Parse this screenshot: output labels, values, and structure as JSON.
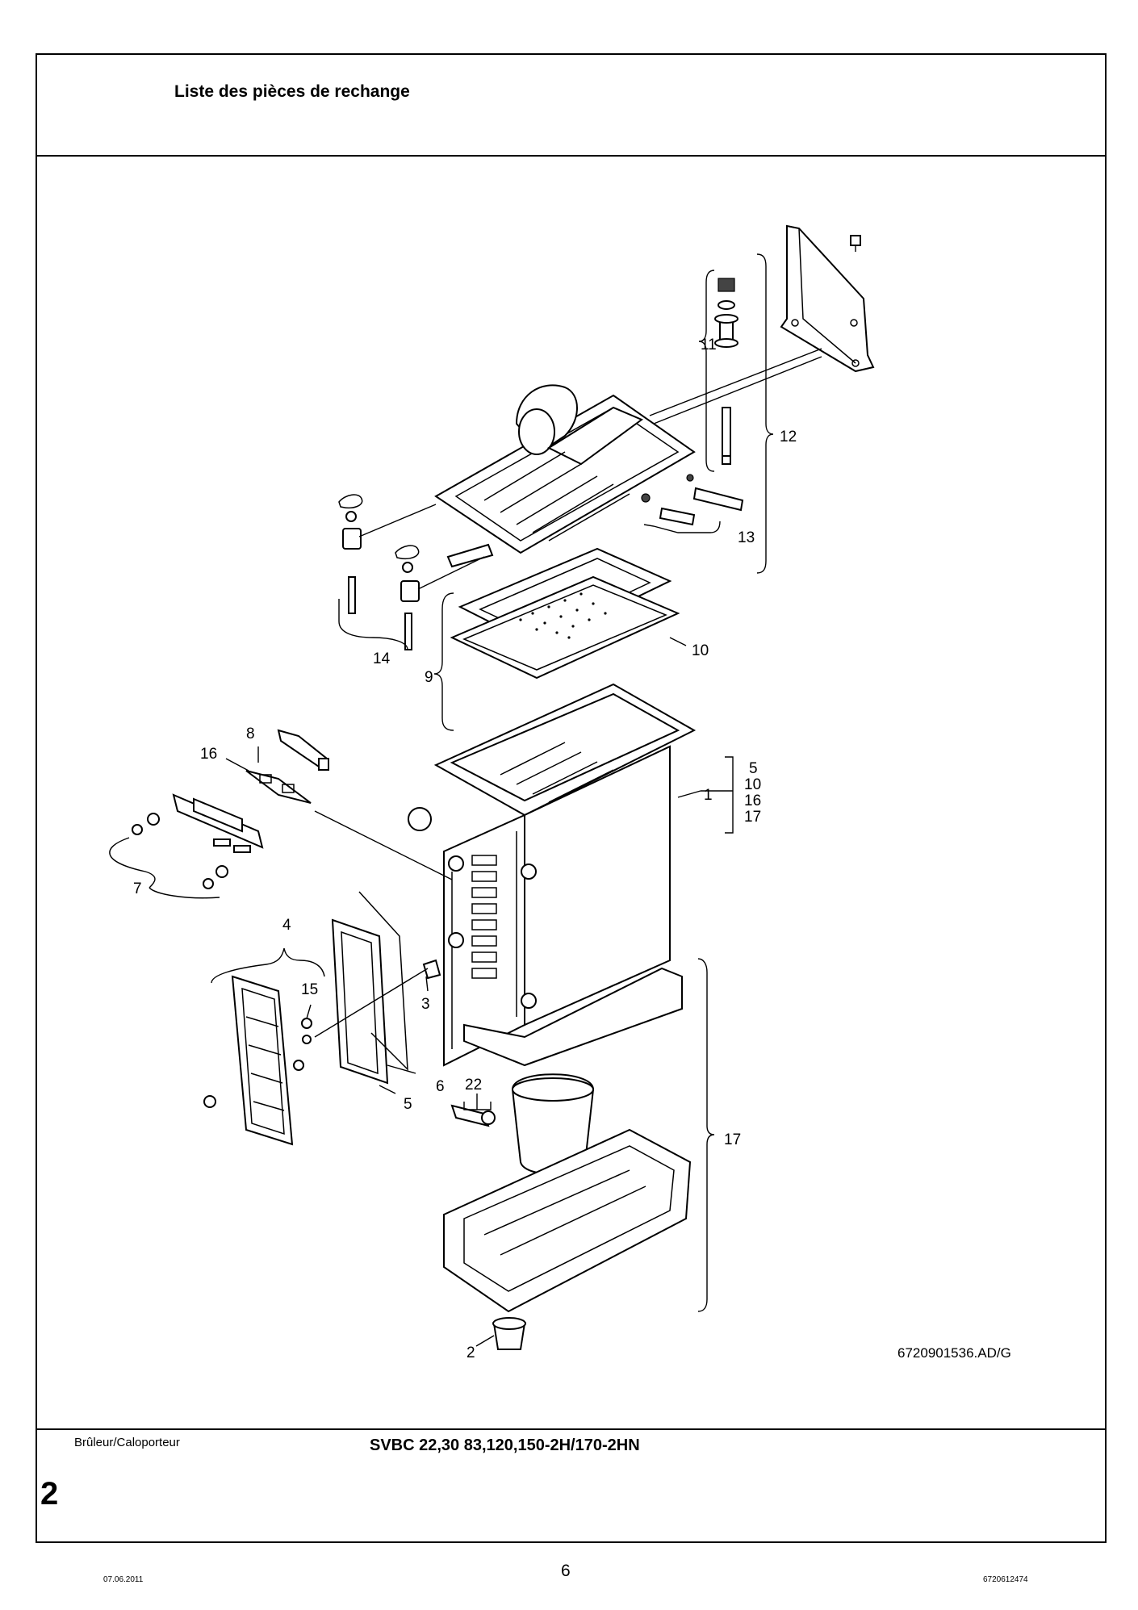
{
  "header": {
    "title": "Liste des pièces de rechange"
  },
  "footer": {
    "section_name": "Brûleur/Caloporteur",
    "model": "SVBC 22,30 83,120,150-2H/170-2HN",
    "section_number": "2"
  },
  "figure": {
    "reference": "6720901536.AD/G",
    "callouts": {
      "c1": "1",
      "c2": "2",
      "c3": "3",
      "c4": "4",
      "c5a": "5",
      "c6": "6",
      "c7": "7",
      "c8": "8",
      "c9": "9",
      "c10": "10",
      "c11": "11",
      "c12": "12",
      "c13": "13",
      "c14": "14",
      "c15": "15",
      "c16": "16",
      "c17": "17",
      "c22": "22",
      "g5": "5",
      "g10": "10",
      "g16": "16",
      "g17": "17"
    }
  },
  "page_footer": {
    "date": "07.06.2011",
    "page_number": "6",
    "doc_number": "6720612474"
  }
}
